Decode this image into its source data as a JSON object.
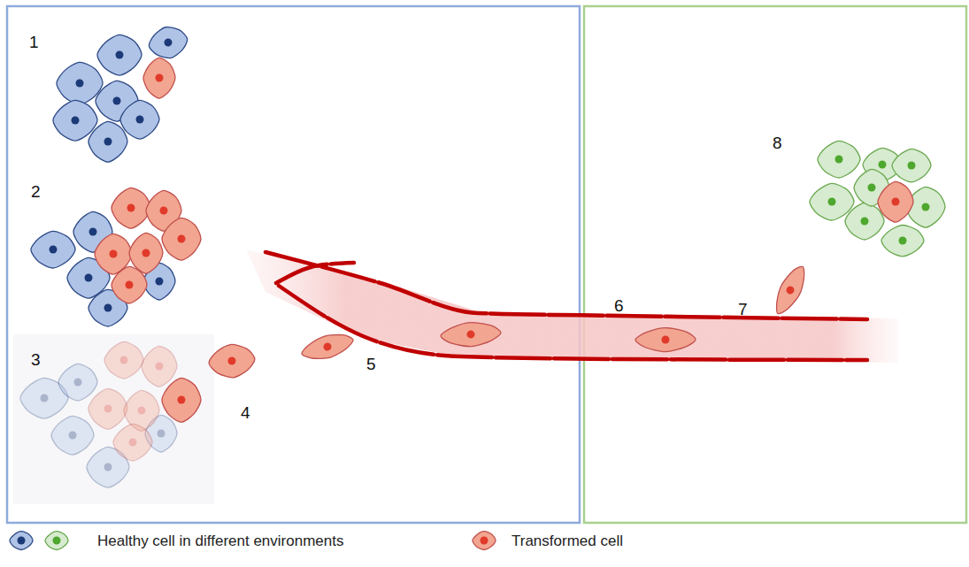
{
  "diagram": {
    "labels": [
      "1",
      "2",
      "3",
      "4",
      "5",
      "6",
      "7",
      "8"
    ],
    "legend": [
      {
        "text": "Healthy cell in different environments"
      },
      {
        "text": "Transformed cell"
      }
    ]
  }
}
